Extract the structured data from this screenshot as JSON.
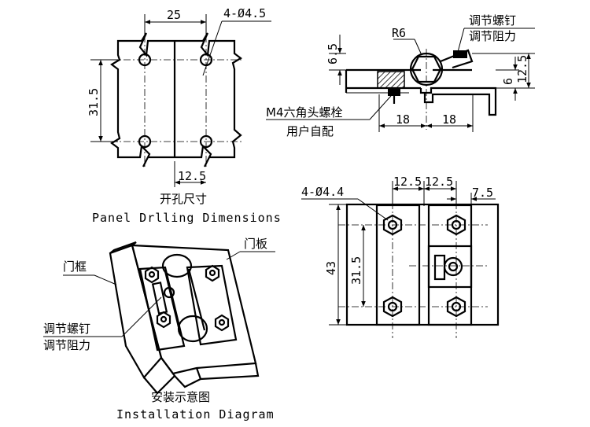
{
  "panel_drilling": {
    "dim_top": "25",
    "holes_label": "4-Ø4.5",
    "dim_left": "31.5",
    "dim_bottom": "12.5",
    "caption_cn": "开孔尺寸",
    "caption_en": "Panel Drlling Dimensions"
  },
  "side_view": {
    "adjust_screw_cn": "调节螺钉",
    "adjust_resist_cn": "调节阻力",
    "radius": "R6",
    "dim_6_5": "6.5",
    "dim_6": "6",
    "dim_12_5": "12.5",
    "bolt_cn": "M4六角头螺栓",
    "user_supplied_cn": "用户自配",
    "dim_18_left": "18",
    "dim_18_right": "18"
  },
  "top_view": {
    "holes_label": "4-Ø4.4",
    "dim_12_5_left": "12.5",
    "dim_12_5_right": "12.5",
    "dim_7_5": "7.5",
    "dim_43": "43",
    "dim_31_5": "31.5"
  },
  "installation": {
    "frame_cn": "门框",
    "panel_cn": "门板",
    "adjust_screw_cn": "调节螺钉",
    "adjust_resist_cn": "调节阻力",
    "caption_cn": "安装示意图",
    "caption_en": "Installation Diagram"
  }
}
